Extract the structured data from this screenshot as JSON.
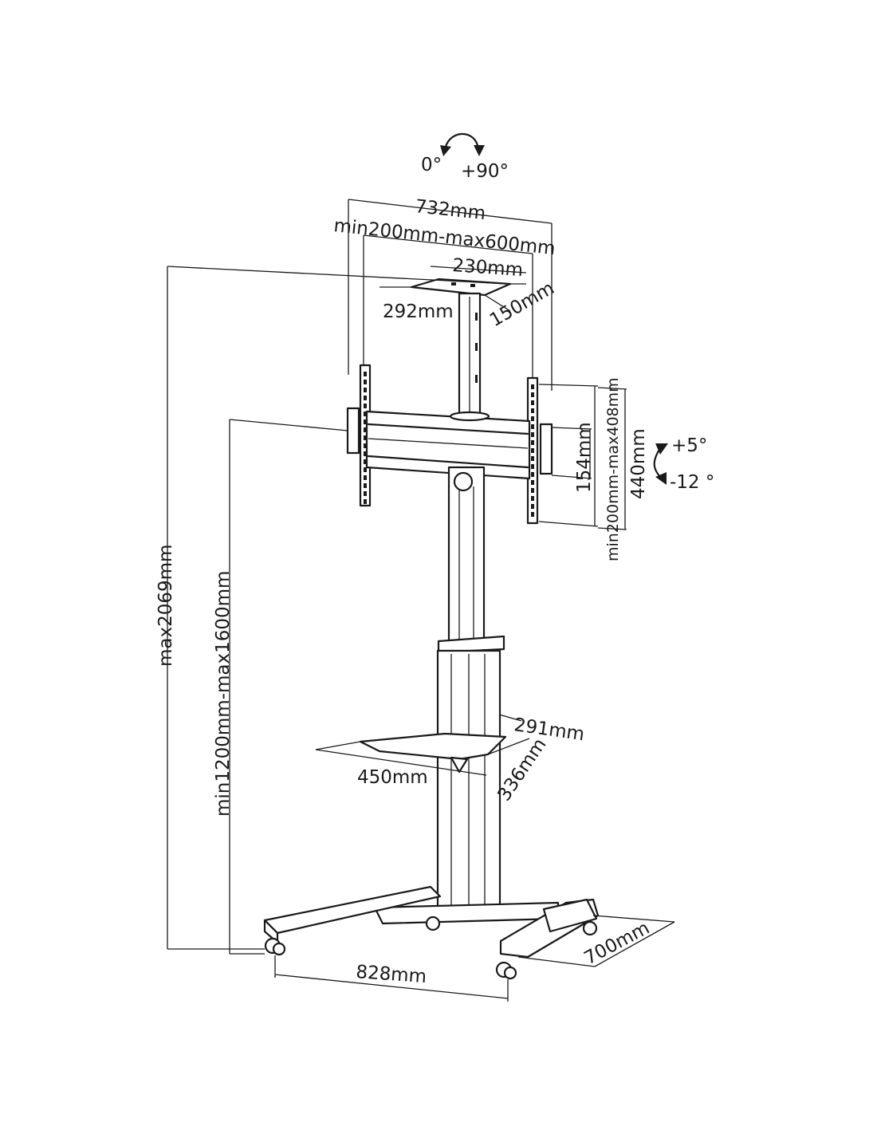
{
  "rotation": {
    "from": "0°",
    "to": "+90°"
  },
  "tilt": {
    "up": "+5°",
    "down": "-12 °"
  },
  "dimensions": {
    "bracket_width": "732mm",
    "vesa_horizontal": "min200mm-max600mm",
    "top_plate_width": "230mm",
    "top_plate_length": "292mm",
    "top_plate_depth": "150mm",
    "vesa_vertical": "min200mm-max408mm",
    "bracket_height": "440mm",
    "arm_height": "154mm",
    "max_height": "max2069mm",
    "height_range": "min1200mm-max1600mm",
    "shelf_depth": "291mm",
    "shelf_width": "450mm",
    "shelf_length": "336mm",
    "base_width": "828mm",
    "base_depth": "700mm"
  },
  "colors": {
    "ink": "#1a1a1a",
    "background": "#ffffff"
  }
}
